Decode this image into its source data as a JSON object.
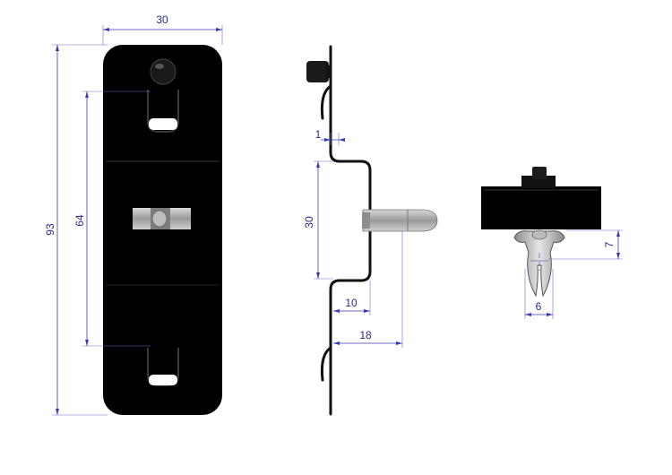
{
  "drawing": {
    "front_view": {
      "width_dim": "30",
      "height_dim": "93",
      "slot_spacing_dim": "64"
    },
    "side_view": {
      "offset_dim": "1",
      "step_height_dim": "30",
      "depth_dim": "10",
      "pin_reach_dim": "18"
    },
    "end_view": {
      "clip_height_dim": "7",
      "clip_width_dim": "6"
    },
    "colors": {
      "plate": "#000000",
      "dimension": "#3a3ab0",
      "metal_pin": "#a9a9a9"
    }
  }
}
